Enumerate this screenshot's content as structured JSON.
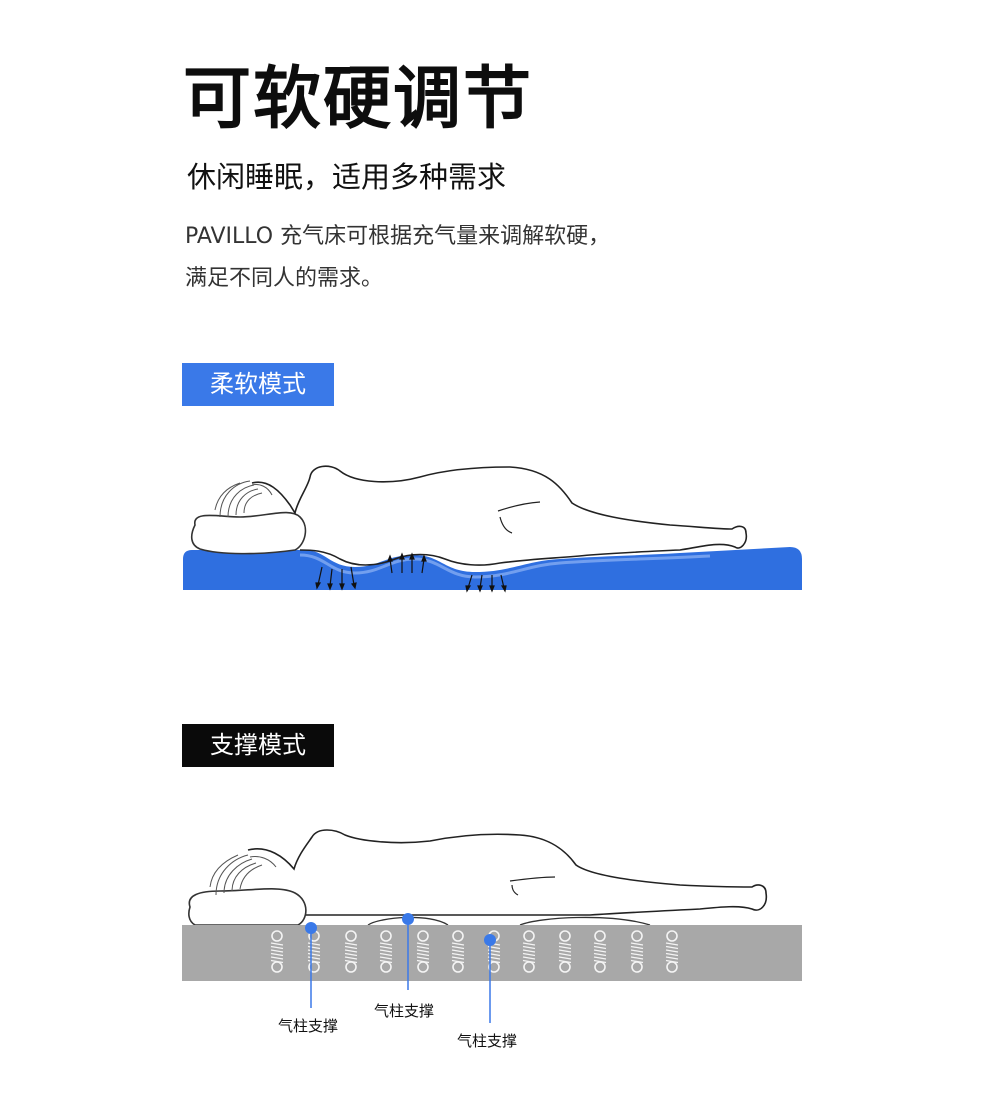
{
  "title": "可软硬调节",
  "subtitle": "休闲睡眠，适用多种需求",
  "description": "PAVILLO 充气床可根据充气量来调解软硬，满足不同人的需求。",
  "modes": {
    "soft": {
      "label": "柔软模式",
      "color": "#3a79e8"
    },
    "support": {
      "label": "支撑模式",
      "color": "#0a0a0a"
    }
  },
  "callouts": [
    "气柱支撑",
    "气柱支撑",
    "气柱支撑"
  ],
  "colors": {
    "mattress_soft": "#2f6fe0",
    "mattress_support": "#a8a8a8",
    "callout_dot": "#3a79e8"
  }
}
